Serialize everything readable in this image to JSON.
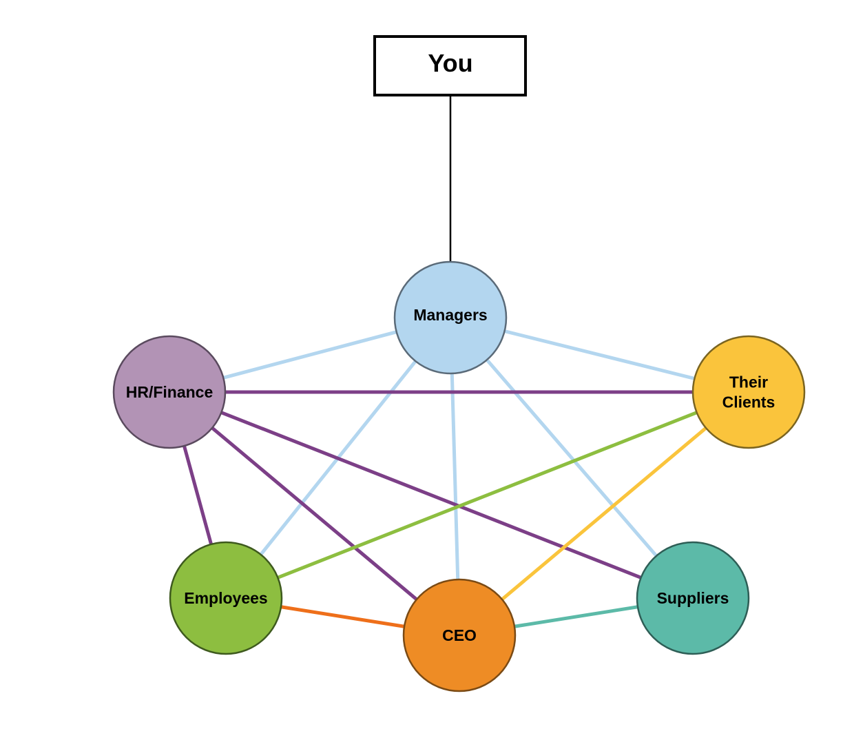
{
  "you_box": {
    "label": "You",
    "fill": "#ffffff",
    "stroke": "#000000",
    "connector_color": "#000000"
  },
  "nodes": [
    {
      "id": "managers",
      "lines": [
        "Managers"
      ],
      "fill": "#b3d6ef",
      "stroke": "#5a6a78"
    },
    {
      "id": "hr-finance",
      "lines": [
        "HR/Finance"
      ],
      "fill": "#b293b5",
      "stroke": "#5a4a5e"
    },
    {
      "id": "their-clients",
      "lines": [
        "Their",
        "Clients"
      ],
      "fill": "#fac43c",
      "stroke": "#7a6420"
    },
    {
      "id": "employees",
      "lines": [
        "Employees"
      ],
      "fill": "#8dbe40",
      "stroke": "#3e5a1e"
    },
    {
      "id": "ceo",
      "lines": [
        "CEO"
      ],
      "fill": "#ee8c25",
      "stroke": "#7a4a14"
    },
    {
      "id": "suppliers",
      "lines": [
        "Suppliers"
      ],
      "fill": "#5cbaa8",
      "stroke": "#2e5e56"
    }
  ],
  "edges": [
    {
      "from": "managers",
      "to": "hr-finance",
      "color": "#b3d6ef"
    },
    {
      "from": "managers",
      "to": "their-clients",
      "color": "#b3d6ef"
    },
    {
      "from": "managers",
      "to": "employees",
      "color": "#b3d6ef"
    },
    {
      "from": "managers",
      "to": "ceo",
      "color": "#b3d6ef"
    },
    {
      "from": "managers",
      "to": "suppliers",
      "color": "#b3d6ef"
    },
    {
      "from": "hr-finance",
      "to": "their-clients",
      "color": "#7c3f87"
    },
    {
      "from": "hr-finance",
      "to": "employees",
      "color": "#7c3f87"
    },
    {
      "from": "hr-finance",
      "to": "ceo",
      "color": "#7c3f87"
    },
    {
      "from": "hr-finance",
      "to": "suppliers",
      "color": "#7c3f87"
    },
    {
      "from": "their-clients",
      "to": "employees",
      "color": "#8dbe40"
    },
    {
      "from": "their-clients",
      "to": "ceo",
      "color": "#fac43c"
    },
    {
      "from": "employees",
      "to": "ceo",
      "color": "#ee6f1a"
    },
    {
      "from": "ceo",
      "to": "suppliers",
      "color": "#5cbaa8"
    }
  ]
}
